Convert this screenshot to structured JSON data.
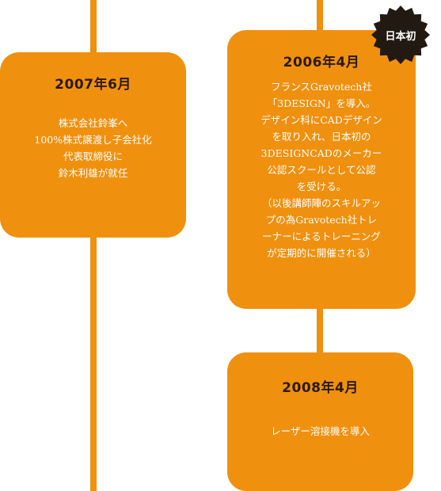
{
  "colors": {
    "accent": "#f0900f",
    "title_text": "#2a1a0a",
    "body_text": "#ffffff",
    "badge": "#221a12"
  },
  "events": [
    {
      "date": "2007年6月",
      "body": "株式会社鈴峯へ\n100%株式譲渡し子会社化\n代表取締役に\n鈴木利雄が就任"
    },
    {
      "date": "2006年4月",
      "badge": "日本初",
      "body": "フランスGravotech社\n「3DESIGN」を導入。\nデザイン科にCADデザイン\nを取り入れ、日本初の\n3DESIGNCADのメーカー\n公認スクールとして公認\nを受ける。\n（以後講師陣のスキルアッ\nプの為Gravotech社トレ\nーナーによるトレーニング\nが定期的に開催される）"
    },
    {
      "date": "2008年4月",
      "body": "レーザー溶接機を導入"
    }
  ]
}
